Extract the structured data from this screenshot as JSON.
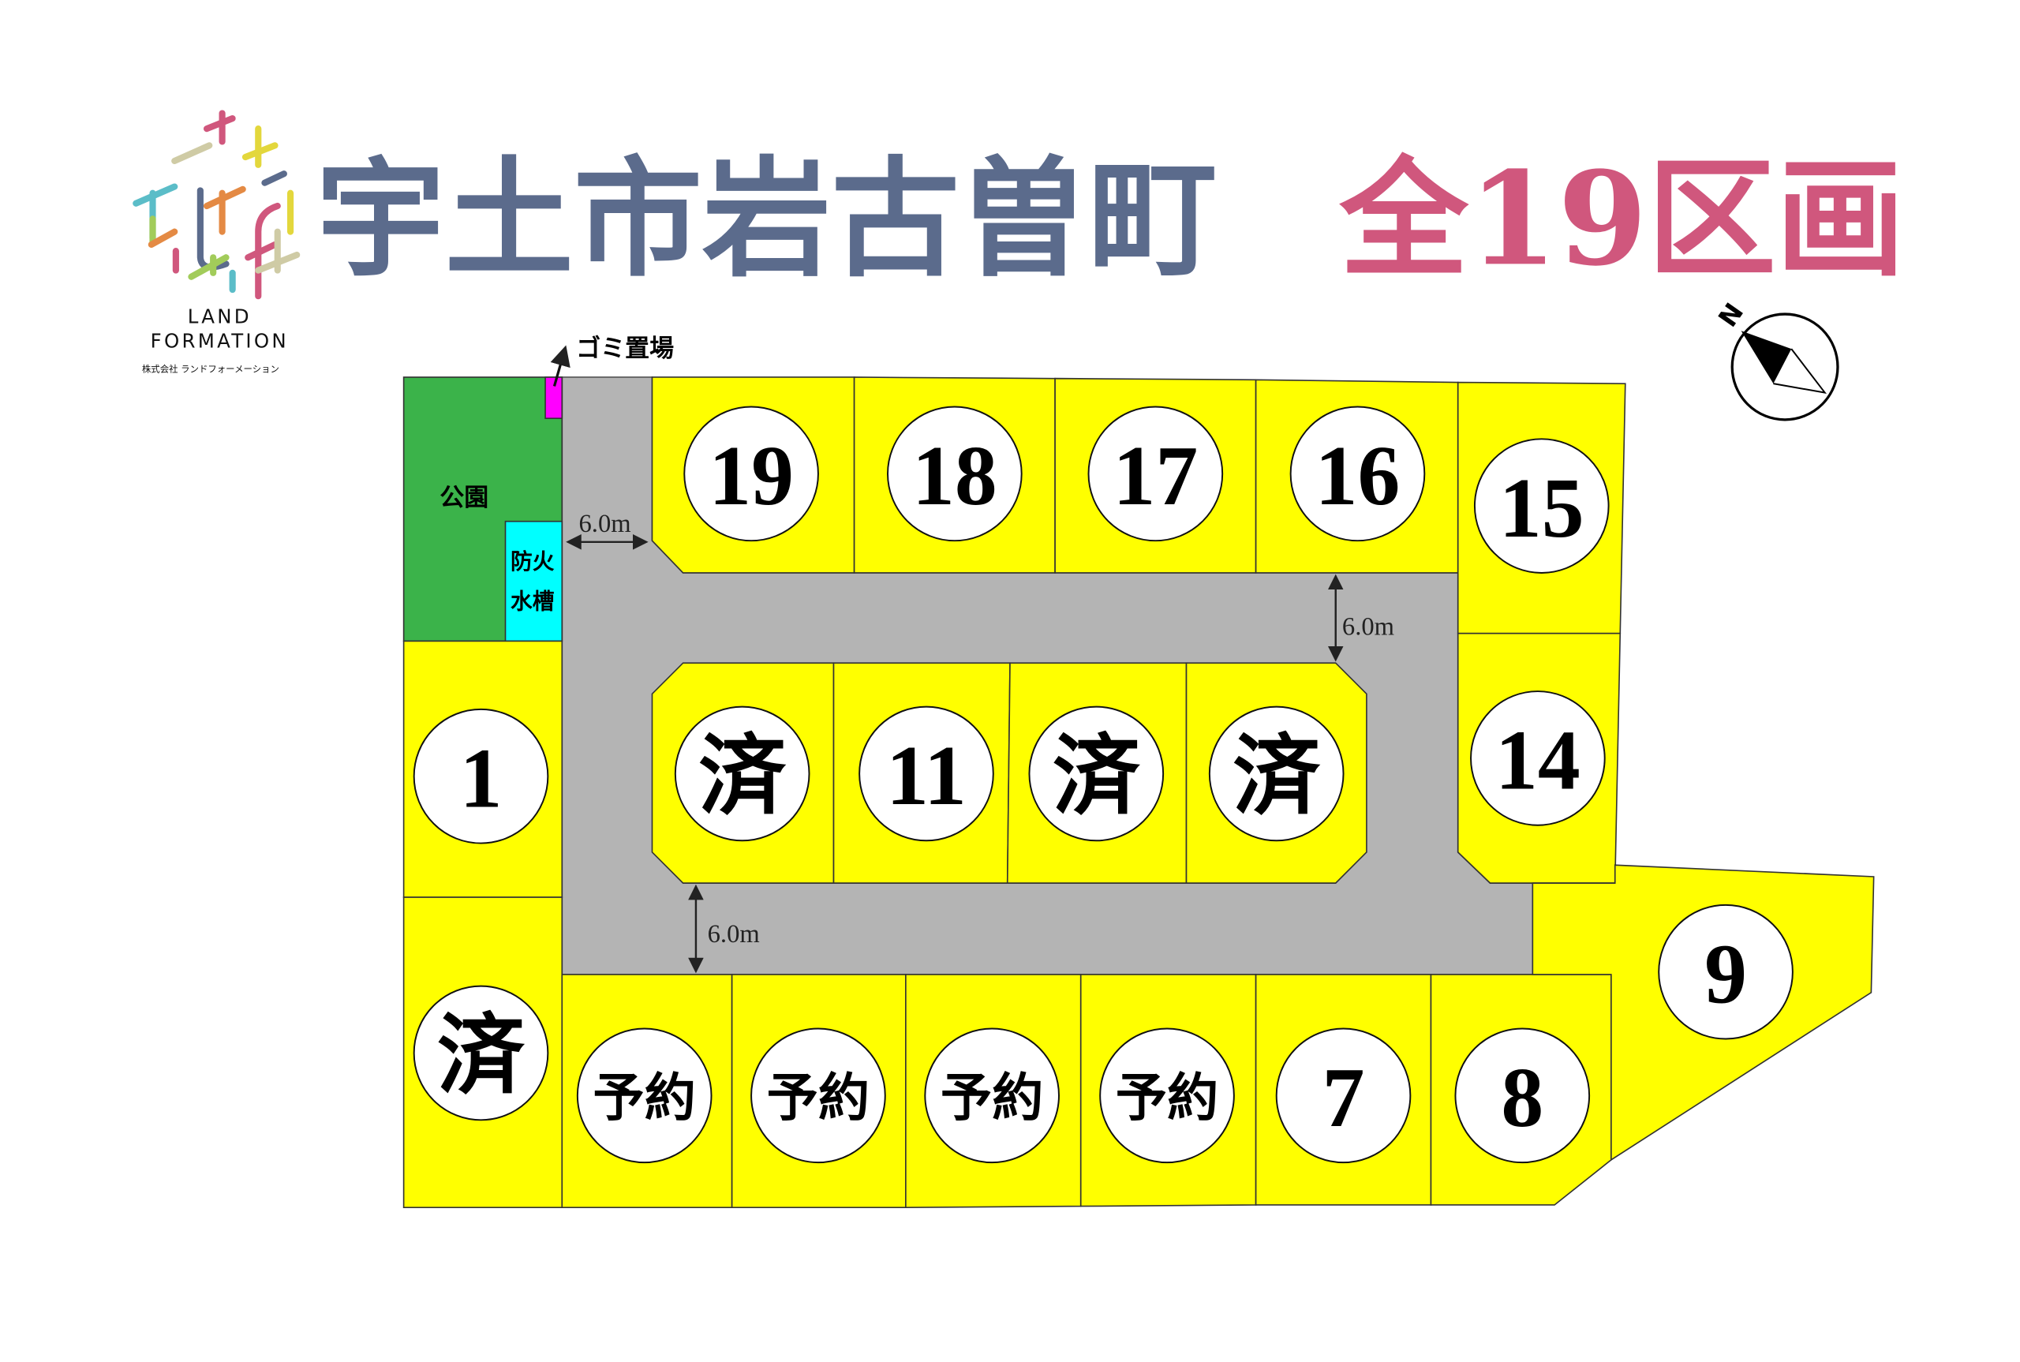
{
  "header": {
    "title": "宇土市岩古曽町",
    "total": "全19区画",
    "title_color": "#5b6b8c",
    "total_color": "#d0577d"
  },
  "logo": {
    "line1": "LAND",
    "line2": "FORMATION",
    "company": "株式会社 ランドフォーメーション"
  },
  "compass": {
    "north_label": "N"
  },
  "facilities": {
    "park": "公園",
    "fire_tank_1": "防火",
    "fire_tank_2": "水槽",
    "garbage": "ゴミ置場"
  },
  "roads": [
    {
      "width": "6.0m"
    },
    {
      "width": "6.0m"
    },
    {
      "width": "6.0m"
    }
  ],
  "lots": [
    {
      "label": "19",
      "status": "available"
    },
    {
      "label": "18",
      "status": "available"
    },
    {
      "label": "17",
      "status": "available"
    },
    {
      "label": "16",
      "status": "available"
    },
    {
      "label": "15",
      "status": "available"
    },
    {
      "label": "14",
      "status": "available"
    },
    {
      "label": "済",
      "status": "sold"
    },
    {
      "label": "11",
      "status": "available"
    },
    {
      "label": "済",
      "status": "sold"
    },
    {
      "label": "済",
      "status": "sold"
    },
    {
      "label": "1",
      "status": "available"
    },
    {
      "label": "済",
      "status": "sold"
    },
    {
      "label": "予約",
      "status": "reserved"
    },
    {
      "label": "予約",
      "status": "reserved"
    },
    {
      "label": "予約",
      "status": "reserved"
    },
    {
      "label": "予約",
      "status": "reserved"
    },
    {
      "label": "7",
      "status": "available"
    },
    {
      "label": "8",
      "status": "available"
    },
    {
      "label": "9",
      "status": "available"
    }
  ],
  "colors": {
    "lot": "#ffff00",
    "road": "#b4b4b4",
    "park": "#3bb34a",
    "fire_tank": "#00ffff",
    "garbage": "#ff00ff"
  }
}
